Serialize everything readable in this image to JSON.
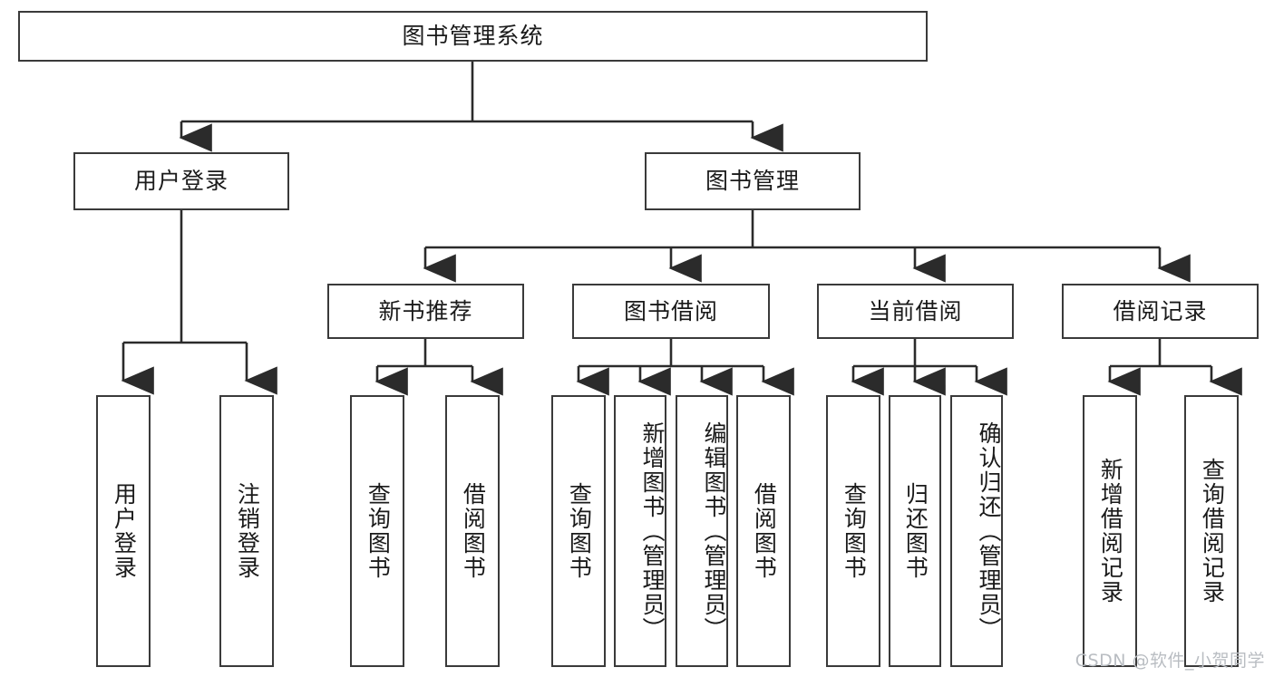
{
  "diagram": {
    "type": "tree",
    "title": "图书管理系统",
    "watermark": "CSDN @软件_小贺同学",
    "colors": {
      "node_border": "#3a3a3a",
      "node_fill": "#ffffff",
      "edge": "#2b2b2b",
      "text": "#1a1a1a",
      "watermark": "#b9bdc2",
      "background": "#ffffff"
    },
    "nodes": {
      "root": {
        "label": "图书管理系统"
      },
      "level1": [
        {
          "label": "用户登录"
        },
        {
          "label": "图书管理"
        }
      ],
      "level2": [
        {
          "label": "新书推荐"
        },
        {
          "label": "图书借阅"
        },
        {
          "label": "当前借阅"
        },
        {
          "label": "借阅记录"
        }
      ],
      "leaves": {
        "user_login": [
          {
            "label": "用户登录"
          },
          {
            "label": "注销登录"
          }
        ],
        "new_book": [
          {
            "label": "查询图书"
          },
          {
            "label": "借阅图书"
          }
        ],
        "book_borrow": [
          {
            "label": "查询图书"
          },
          {
            "label": "新增图书（管理员）"
          },
          {
            "label": "编辑图书（管理员）"
          },
          {
            "label": "借阅图书"
          }
        ],
        "current_borrow": [
          {
            "label": "查询图书"
          },
          {
            "label": "归还图书"
          },
          {
            "label": "确认归还（管理员）"
          }
        ],
        "borrow_record": [
          {
            "label": "新增借阅记录"
          },
          {
            "label": "查询借阅记录"
          }
        ]
      }
    }
  }
}
